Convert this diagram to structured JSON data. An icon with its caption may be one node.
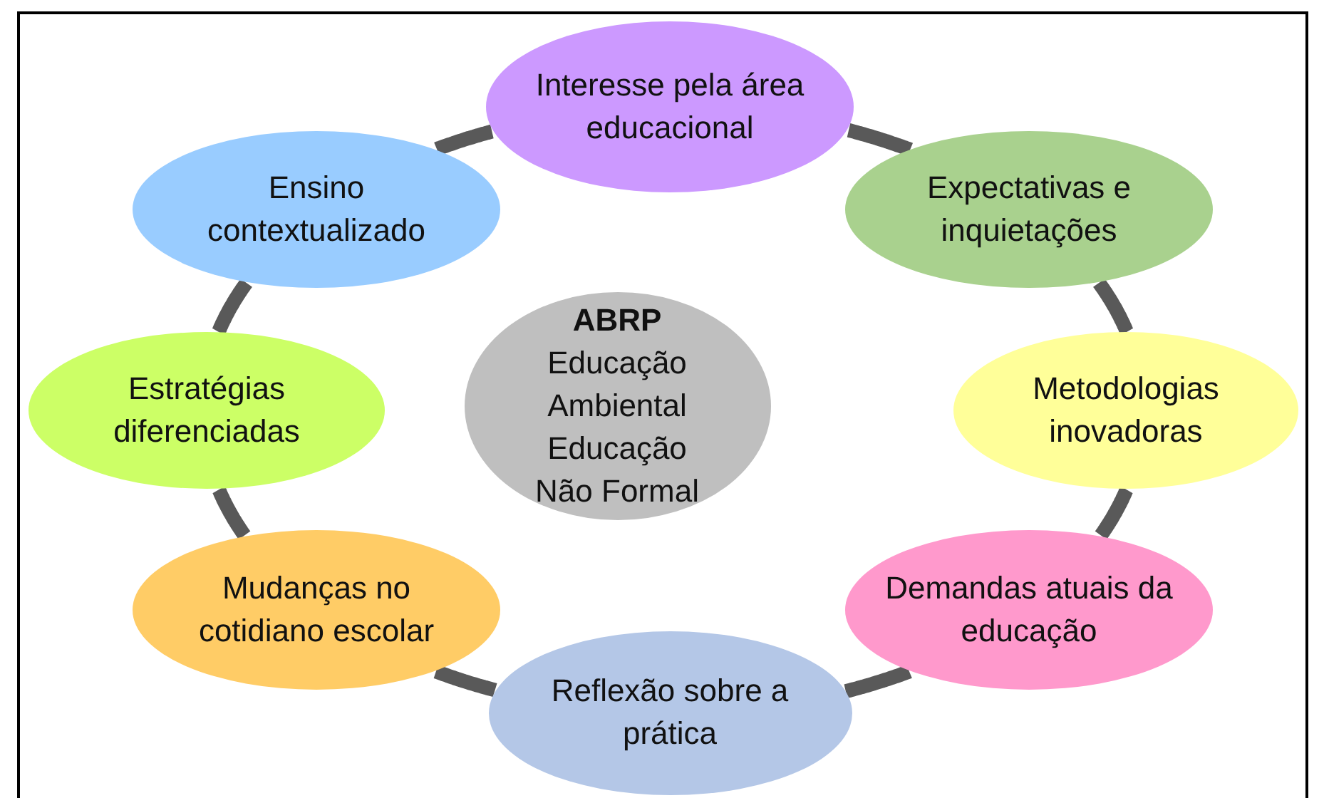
{
  "diagram": {
    "nodes": [
      {
        "text": [
          "Interesse pela área educacional"
        ]
      },
      {
        "text": [
          "Expectativas e inquietações"
        ]
      },
      {
        "text": [
          "Metodologias inovadoras"
        ]
      },
      {
        "text": [
          "Demandas atuais da educação"
        ]
      },
      {
        "text": [
          "Reflexão sobre a prática"
        ]
      },
      {
        "text": [
          "Mudanças no cotidiano escolar"
        ]
      },
      {
        "text": [
          "Estratégias diferenciadas"
        ]
      },
      {
        "text": [
          "Ensino contextualizado"
        ]
      },
      {
        "text": [
          "ABRP",
          "Educação Ambiental",
          "Educação Não Formal"
        ]
      }
    ],
    "edges": [
      {
        "from": 0,
        "to": 1,
        "arrow": "none"
      },
      {
        "from": 1,
        "to": 2,
        "arrow": "none"
      },
      {
        "from": 2,
        "to": 3,
        "arrow": "none"
      },
      {
        "from": 3,
        "to": 4,
        "arrow": "none"
      },
      {
        "from": 4,
        "to": 5,
        "arrow": "none"
      },
      {
        "from": 5,
        "to": 6,
        "arrow": "none"
      },
      {
        "from": 6,
        "to": 7,
        "arrow": "none"
      },
      {
        "from": 7,
        "to": 0,
        "arrow": "none"
      }
    ]
  }
}
